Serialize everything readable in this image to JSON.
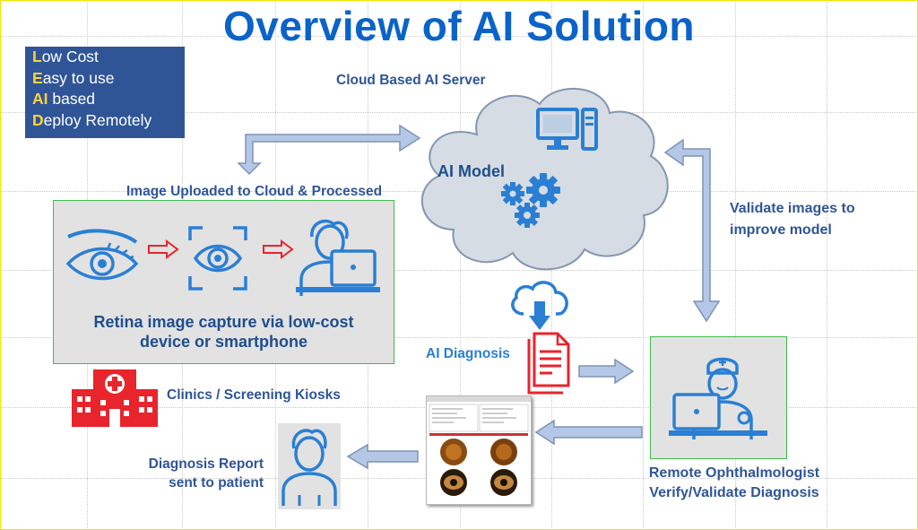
{
  "title": "Overview of AI Solution",
  "features": [
    {
      "initial": "L",
      "rest": "ow Cost"
    },
    {
      "initial": "E",
      "rest": "asy to use"
    },
    {
      "initial": "AI",
      "rest": " based"
    },
    {
      "initial": "D",
      "rest": "eploy Remotely"
    }
  ],
  "labels": {
    "cloud_server": "Cloud Based AI Server",
    "ai_model": "AI Model",
    "upload": "Image Uploaded to Cloud & Processed",
    "capture": "Retina image capture via low-cost device or smartphone",
    "validate": "Validate images to improve model",
    "ai_diagnosis": "AI Diagnosis",
    "clinics": "Clinics / Screening Kiosks",
    "report": "Diagnosis Report sent to patient",
    "ophthalmologist": "Remote Ophthalmologist Verify/Validate Diagnosis"
  },
  "colors": {
    "title": "#0a63c9",
    "navy": "#2f5597",
    "icon_blue": "#2a7fd4",
    "arrow_fill": "#b4c7e7",
    "cloud_fill": "#d6dce4",
    "red": "#e8242c"
  },
  "icons": [
    "eye-icon",
    "eye-scan-icon",
    "user-computer-icon",
    "cloud-download-icon",
    "report-document-icon",
    "hospital-icon",
    "doctor-icon",
    "patient-icon",
    "computer-icon",
    "gears-icon"
  ]
}
